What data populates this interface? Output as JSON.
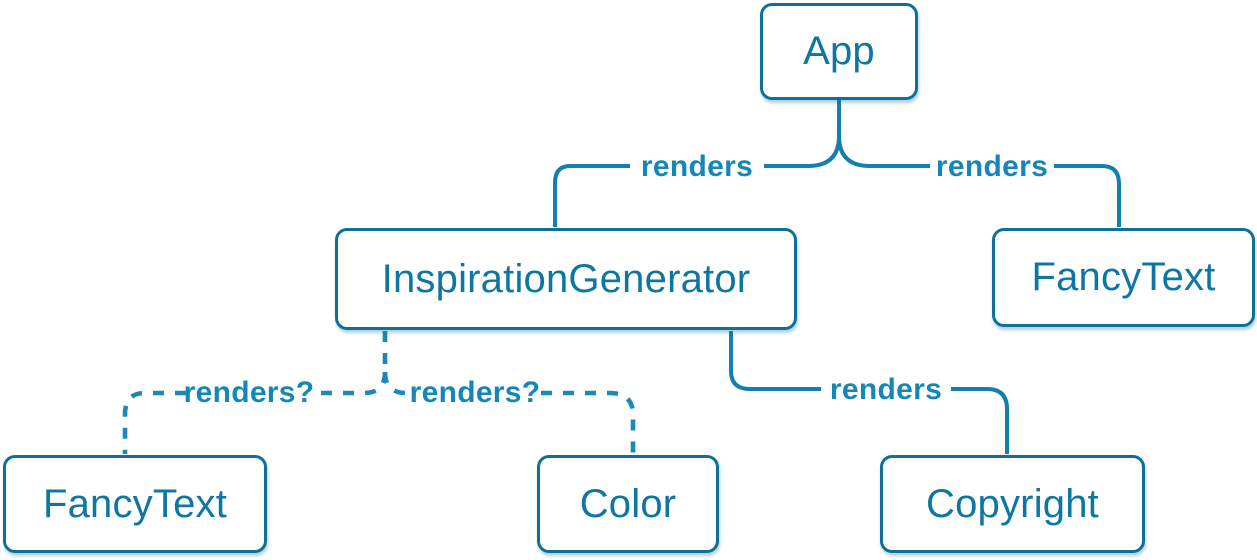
{
  "diagram": {
    "description": "React component render tree",
    "colors": {
      "background": "#ffffff",
      "node_border": "#0e7096",
      "node_text": "#0e76a2",
      "solid_line": "#147fab",
      "dashed_line": "#1989b8",
      "label_text": "#1487b7"
    },
    "nodes": {
      "app": {
        "label": "App"
      },
      "inspiration_generator": {
        "label": "InspirationGenerator"
      },
      "fancy_text_top": {
        "label": "FancyText"
      },
      "fancy_text_bottom": {
        "label": "FancyText"
      },
      "color": {
        "label": "Color"
      },
      "copyright": {
        "label": "Copyright"
      }
    },
    "edges": {
      "app_to_inspiration_generator": {
        "label": "renders",
        "style": "solid"
      },
      "app_to_fancy_text": {
        "label": "renders",
        "style": "solid"
      },
      "inspiration_generator_to_fancy_text": {
        "label": "renders?",
        "style": "dashed"
      },
      "inspiration_generator_to_color": {
        "label": "renders?",
        "style": "dashed"
      },
      "inspiration_generator_to_copyright": {
        "label": "renders",
        "style": "solid"
      }
    }
  }
}
